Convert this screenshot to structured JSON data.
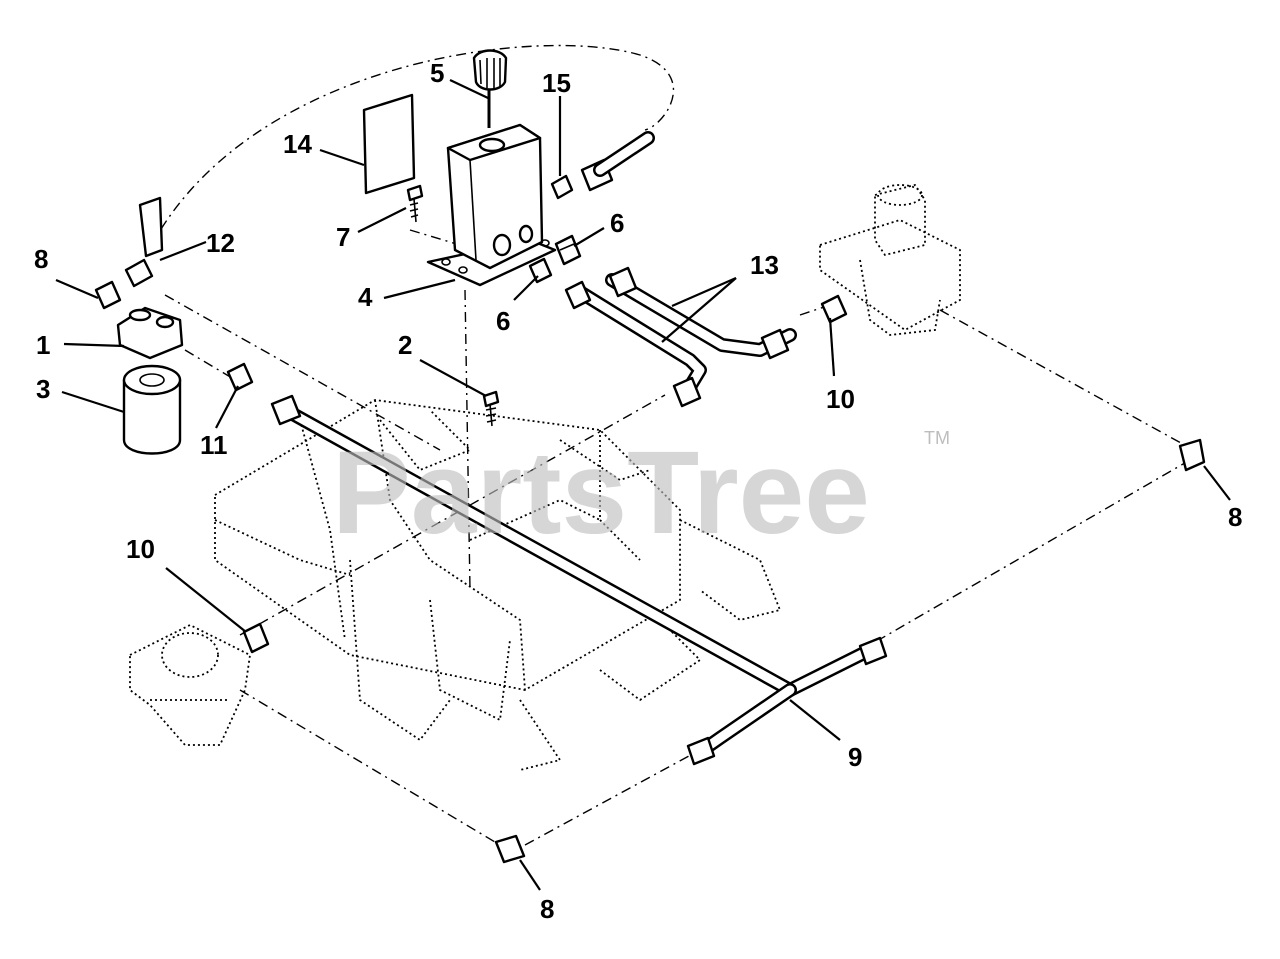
{
  "watermark": {
    "text": "PartsTree",
    "mark": "TM"
  },
  "callouts": {
    "c1": "1",
    "c2": "2",
    "c3": "3",
    "c4": "4",
    "c5": "5",
    "c6a": "6",
    "c6b": "6",
    "c7": "7",
    "c8a": "8",
    "c8b": "8",
    "c8c": "8",
    "c9": "9",
    "c10a": "10",
    "c10b": "10",
    "c11": "11",
    "c12": "12",
    "c13": "13",
    "c14": "14",
    "c15": "15"
  }
}
